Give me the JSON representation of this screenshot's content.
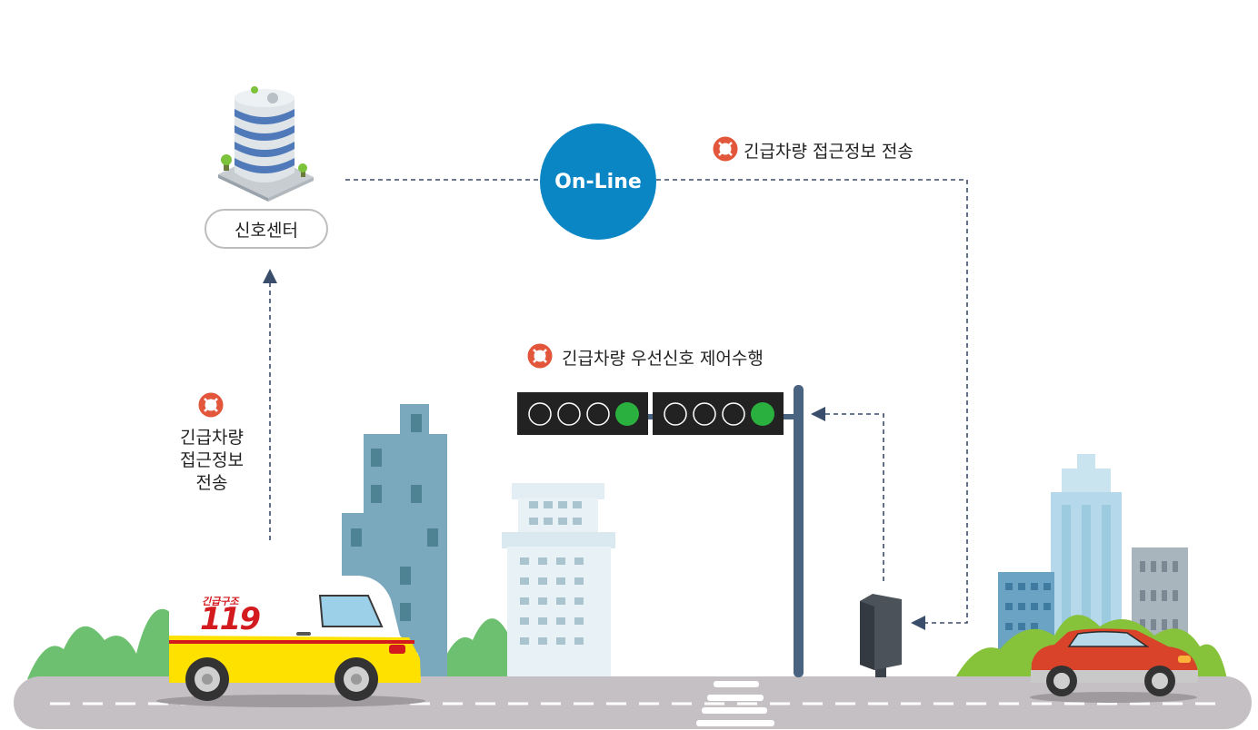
{
  "center": {
    "label": "신호센터"
  },
  "online": {
    "label": "On-Line"
  },
  "labels": {
    "transmit_top": "긴급차량 접근정보 전송",
    "priority_control": "긴급차량 우선신호 제어수행",
    "vehicle_lines": [
      "긴급차량",
      "접근정보",
      "전송"
    ]
  },
  "van": {
    "title": "긴급구조",
    "number": "119"
  },
  "icons": {
    "marker": "lifebuoy-icon"
  },
  "colors": {
    "accent_blue": "#0b86c4",
    "arrow": "#3a4d6b",
    "lifebuoy": "#e2573b",
    "signal_green": "#2ab03e",
    "road": "#c4c0c4",
    "van_yellow": "#ffe100",
    "car_red": "#d8432a"
  }
}
